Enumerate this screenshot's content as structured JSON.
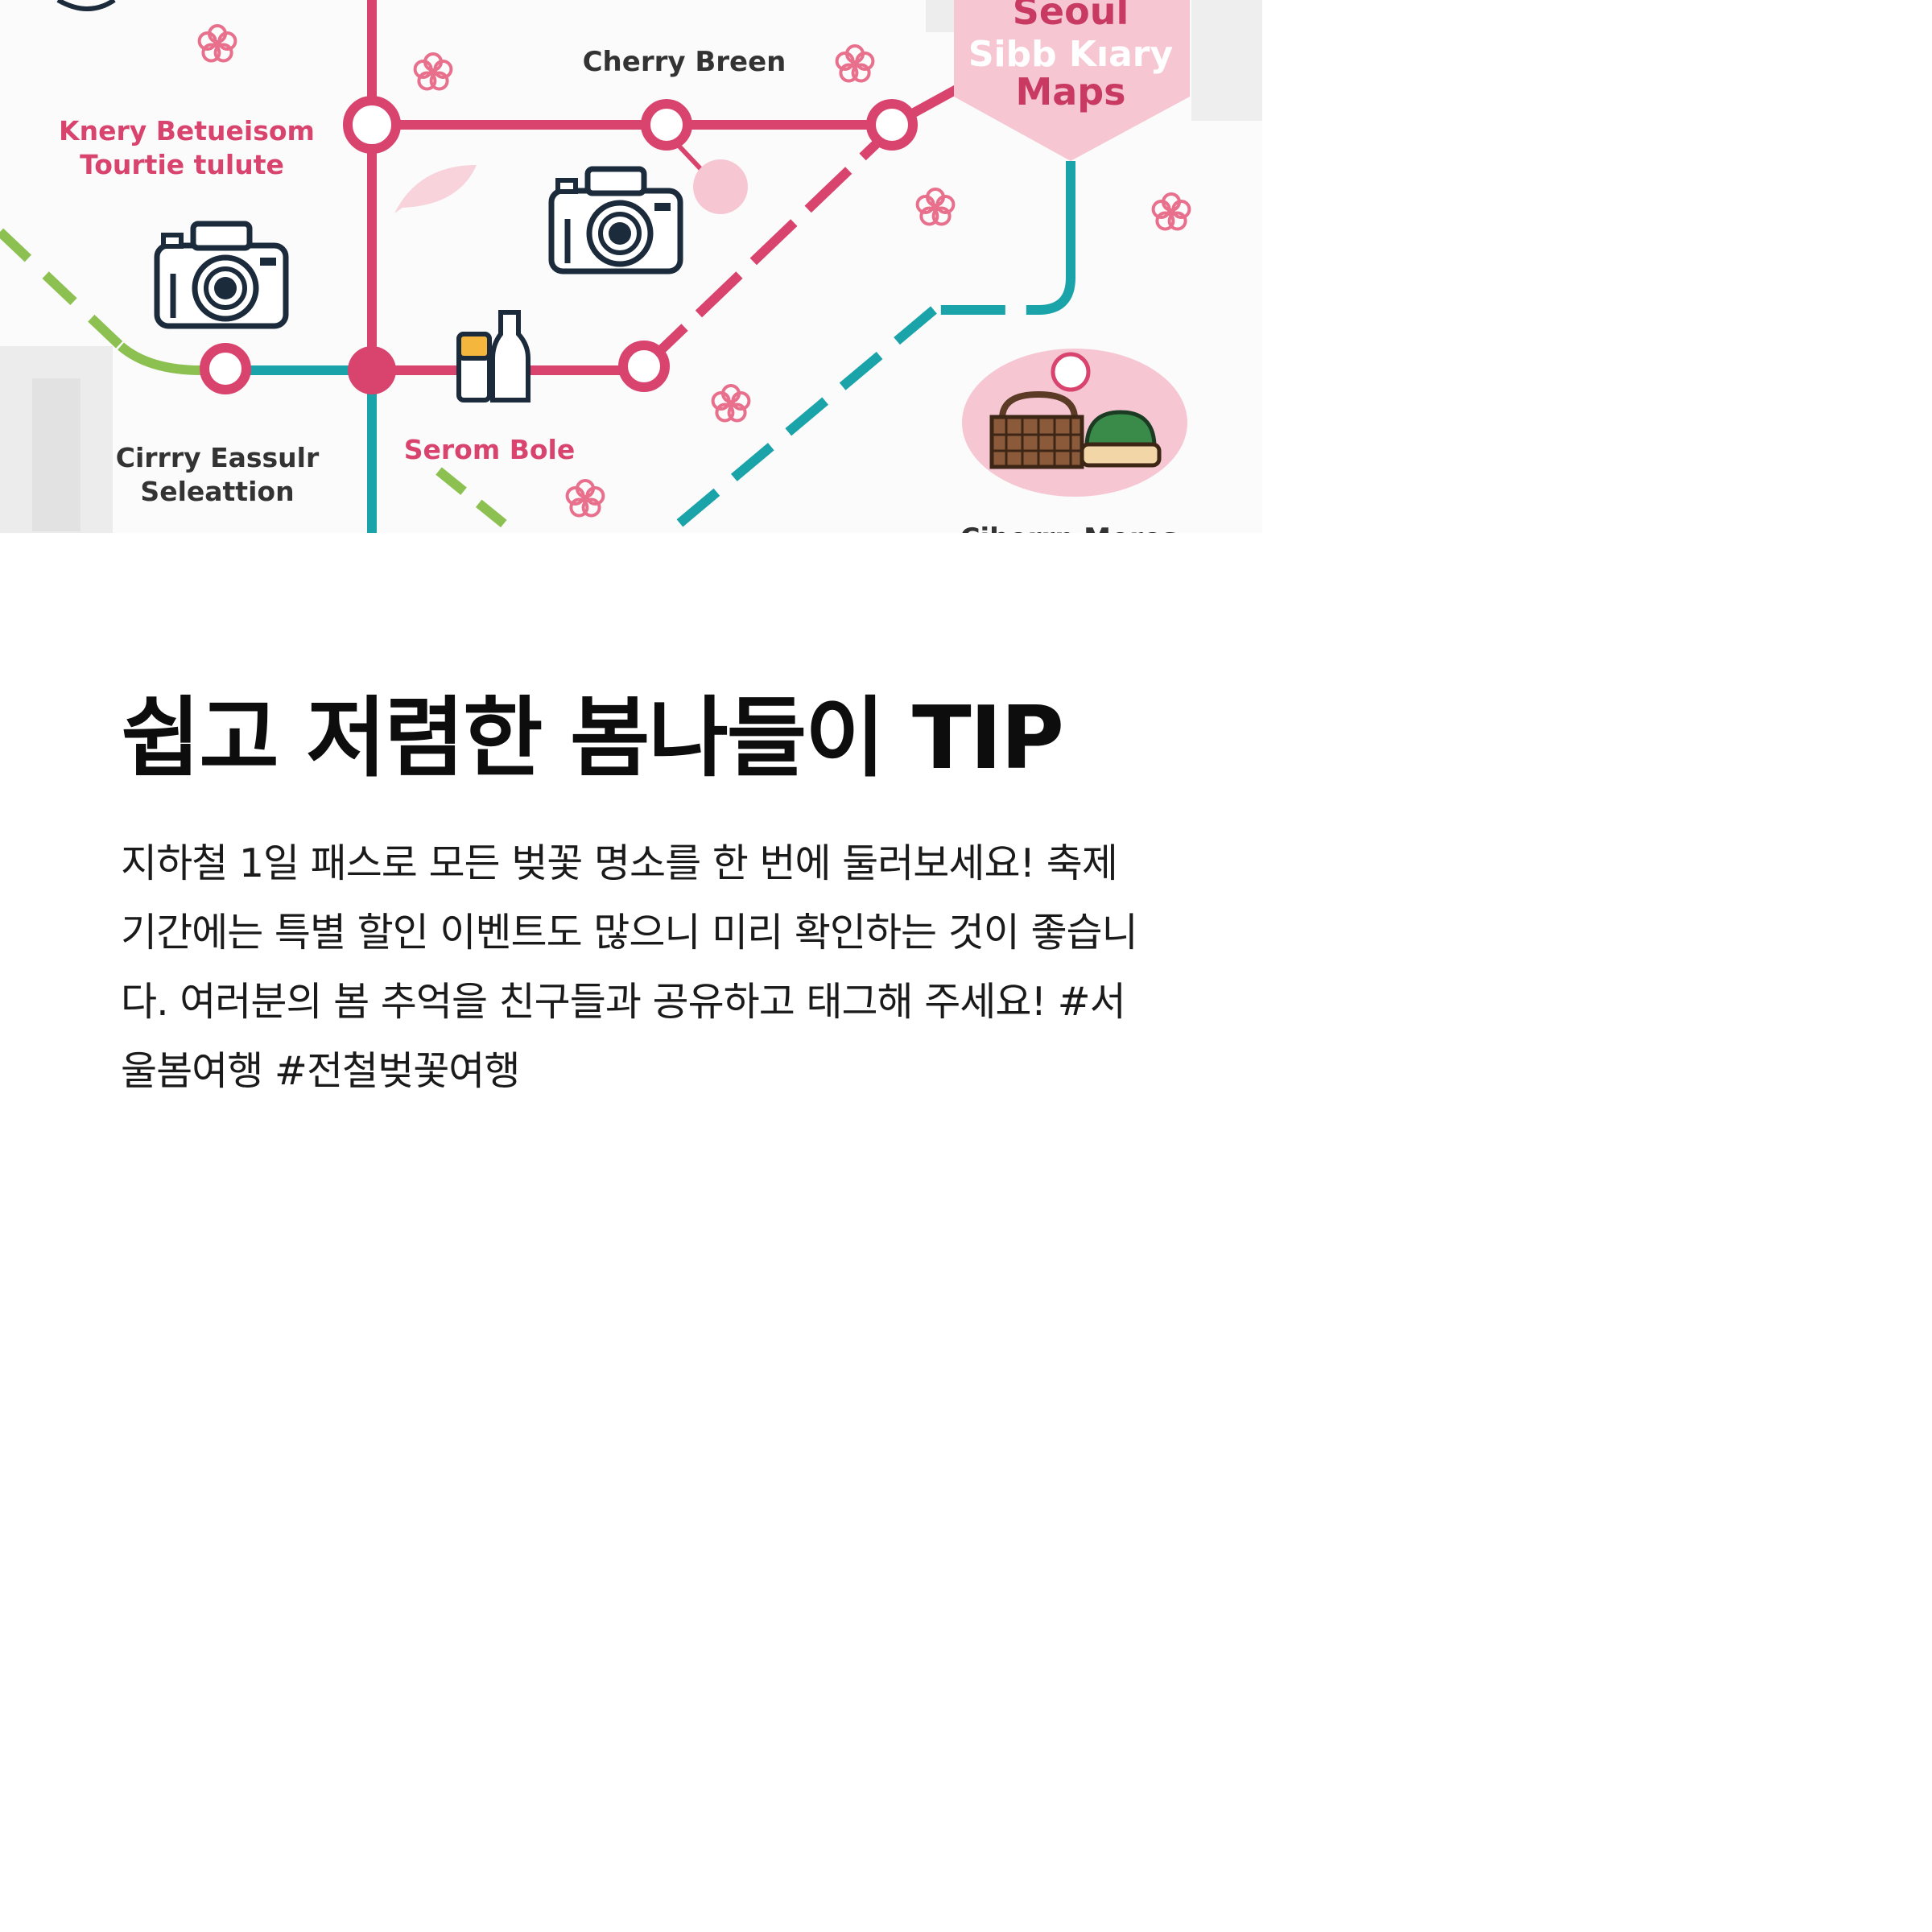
{
  "map": {
    "badge": {
      "line1": "Seoul",
      "line2": "Sibb Kıary",
      "line3": "Maps"
    },
    "labels": {
      "cherry_breen": "Cherry Breen",
      "knery_line1": "Knery Betueisom",
      "knery_line2": "Tourtie tulute",
      "cirrry_line1": "Cirrry Eassulr",
      "cirrry_line2": "Seleattion",
      "serom_bole": "Serom Bole",
      "cut_off": "Ciberrn Meros"
    },
    "colors": {
      "line_pink": "#d9446f",
      "line_teal": "#1aa3a8",
      "line_green": "#8cc152",
      "badge_bg": "#f6c7d3",
      "flower": "#e8708c",
      "icon_dark": "#1b2b3c"
    }
  },
  "tip": {
    "title": "쉽고 저렴한 봄나들이 TIP",
    "body": "지하철 1일 패스로 모든 벚꽃 명소를 한 번에 둘러보세요! 축제 기간에는 특별 할인 이벤트도 많으니 미리 확인하는 것이 좋습니다. 여러분의 봄 추억을 친구들과 공유하고 태그해 주세요! #서울봄여행 #전철벚꽃여행"
  }
}
